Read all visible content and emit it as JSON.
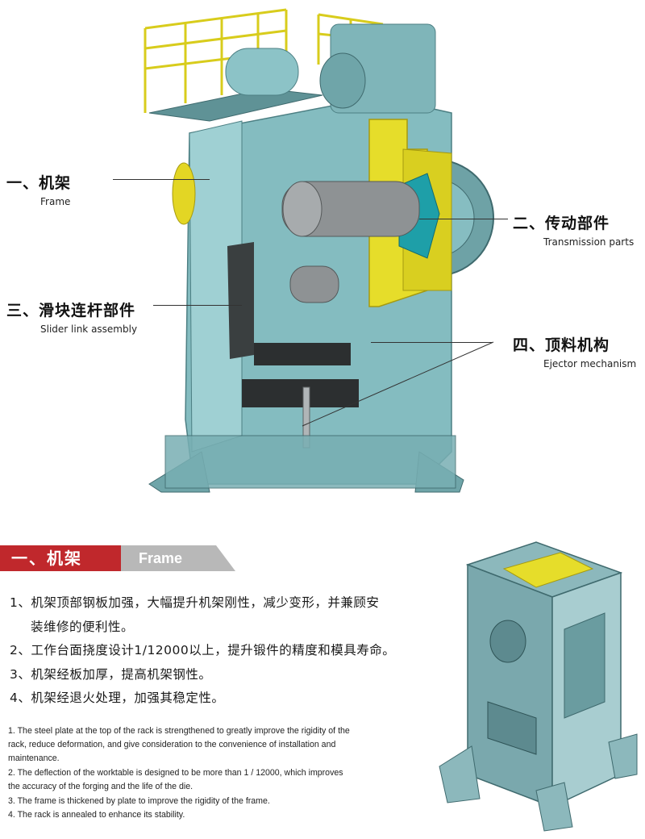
{
  "labels": [
    {
      "cn": "一、机架",
      "en": "Frame"
    },
    {
      "cn": "二、传动部件",
      "en": "Transmission parts"
    },
    {
      "cn": "三、滑块连杆部件",
      "en": "Slider link assembly"
    },
    {
      "cn": "四、顶料机构",
      "en": "Ejector mechanism"
    }
  ],
  "section": {
    "title_cn": "一、机架",
    "title_en": "Frame"
  },
  "points_cn": [
    "1、机架顶部钢板加强，大幅提升机架刚性，减少变形，并兼顾安",
    "装维修的便利性。",
    "2、工作台面挠度设计1/12000以上，提升锻件的精度和模具寿命。",
    "3、机架经板加厚，提高机架钢性。",
    "4、机架经退火处理，加强其稳定性。"
  ],
  "points_en": [
    "1. The steel plate at the top of the rack is strengthened to greatly improve the rigidity of the",
    "rack, reduce deformation, and give consideration to the convenience of installation and",
    "maintenance.",
    "2. The deflection of the worktable is designed to be more than 1 / 12000, which improves",
    "the accuracy of the forging and the life of the die.",
    "3. The frame is thickened by plate to improve the rigidity of the frame.",
    "4. The rack is annealed to enhance its stability."
  ],
  "colors": {
    "accent_red": "#c0282c",
    "banner_grey": "#b8b8b8",
    "machine_teal": "#7fb8bc",
    "machine_yellow": "#e6dd2a"
  }
}
